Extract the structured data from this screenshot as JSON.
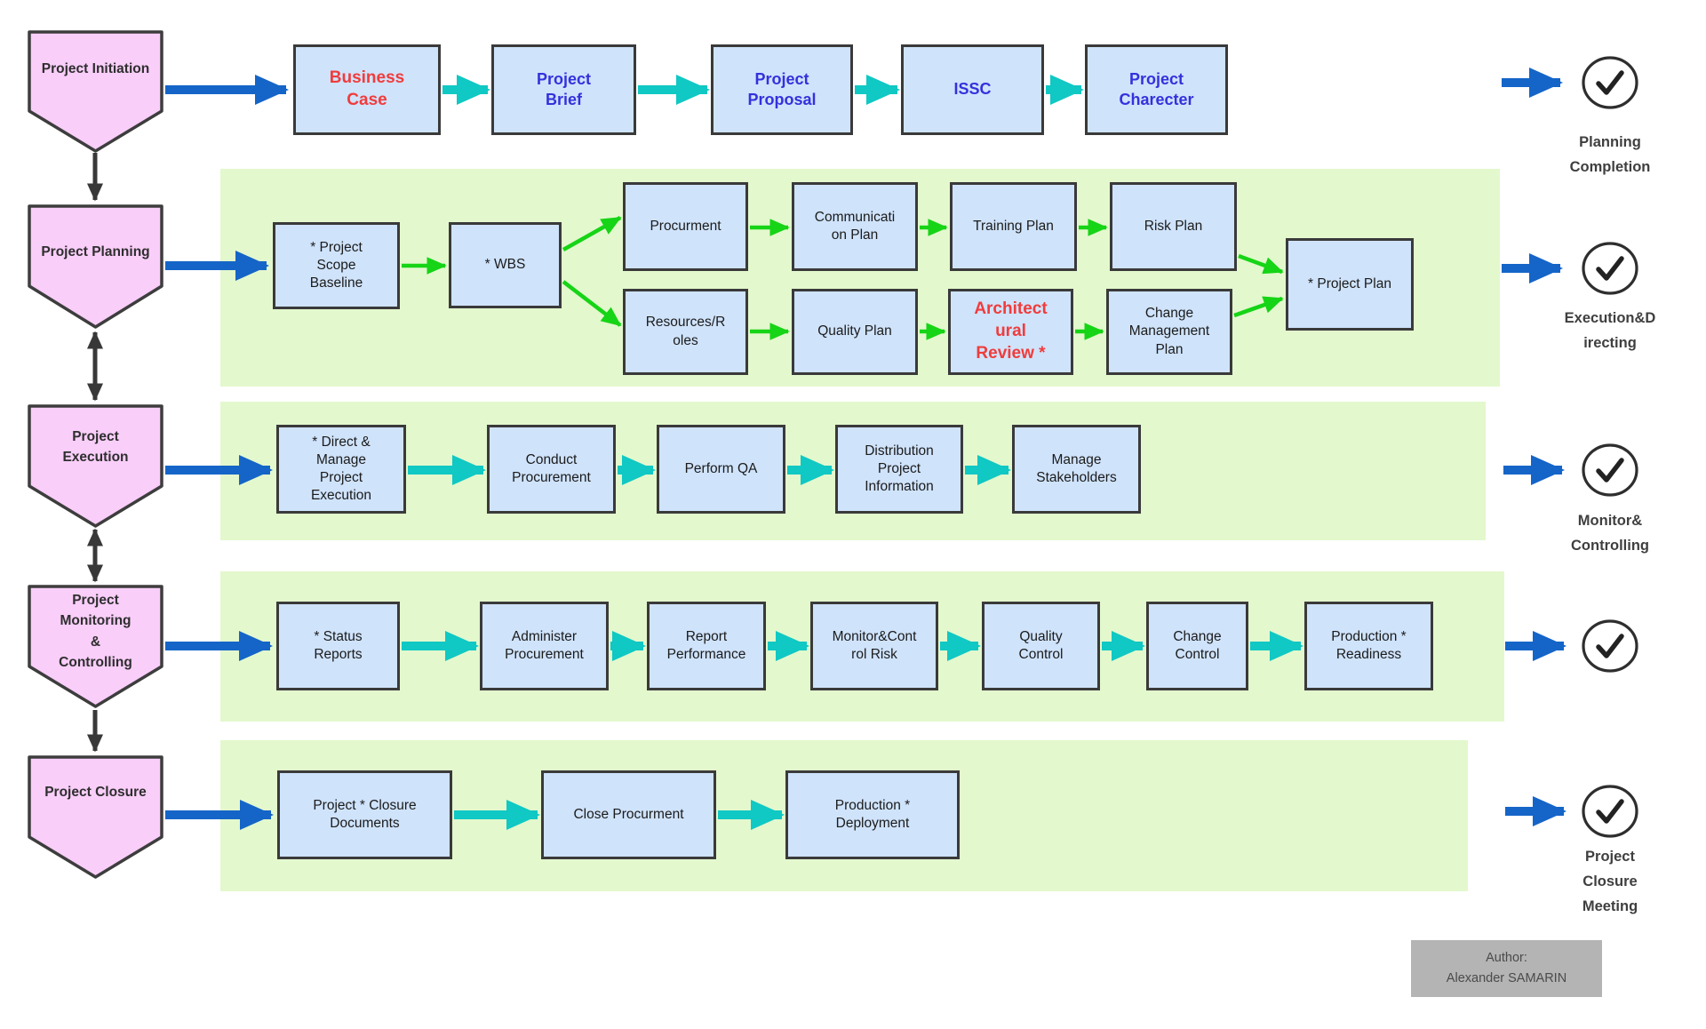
{
  "pentagons": [
    {
      "label": "Project Initiation"
    },
    {
      "label": "Project Planning"
    },
    {
      "label": "Project\nExecution"
    },
    {
      "label": "Project\nMonitoring\n&\nControlling"
    },
    {
      "label": "Project Closure"
    }
  ],
  "initiation_row": {
    "boxes": [
      {
        "label": "Business\nCase"
      },
      {
        "label": "Project\nBrief"
      },
      {
        "label": "Project\nProposal"
      },
      {
        "label": "ISSC"
      },
      {
        "label": "Project\nCharecter"
      }
    ]
  },
  "planning_row": {
    "boxes": [
      {
        "label": "* Project\nScope\nBaseline"
      },
      {
        "label": "* WBS"
      },
      {
        "label": "Procurment"
      },
      {
        "label": "Communicati\non Plan"
      },
      {
        "label": "Training Plan"
      },
      {
        "label": "Risk Plan"
      },
      {
        "label": "Resources/R\noles"
      },
      {
        "label": "Quality Plan"
      },
      {
        "label": "Architect\nural\nReview *"
      },
      {
        "label": "Change\nManagement\nPlan"
      },
      {
        "label": "* Project Plan"
      }
    ]
  },
  "execution_row": {
    "boxes": [
      {
        "label": "* Direct &\nManage\nProject\nExecution"
      },
      {
        "label": "Conduct\nProcurement"
      },
      {
        "label": "Perform QA"
      },
      {
        "label": "Distribution\nProject\nInformation"
      },
      {
        "label": "Manage\nStakeholders"
      }
    ]
  },
  "monitoring_row": {
    "boxes": [
      {
        "label": "* Status\nReports"
      },
      {
        "label": "Administer\nProcurement"
      },
      {
        "label": "Report\nPerformance"
      },
      {
        "label": "Monitor&Cont\nrol Risk"
      },
      {
        "label": "Quality\nControl"
      },
      {
        "label": "Change\nControl"
      },
      {
        "label": "Production *\nReadiness"
      }
    ]
  },
  "closure_row": {
    "boxes": [
      {
        "label": "Project * Closure\nDocuments"
      },
      {
        "label": "Close Procurment"
      },
      {
        "label": "Production *\nDeployment"
      }
    ]
  },
  "milestones": [
    {
      "label": "Planning\nCompletion"
    },
    {
      "label": "Execution&D\nirecting"
    },
    {
      "label": "Monitor&\nControlling"
    },
    {
      "label": ""
    },
    {
      "label": "Project\nClosure\nMeeting"
    }
  ],
  "author": {
    "text": "Author:\nAlexander SAMARIN"
  },
  "colors": {
    "pentagon_pink": "#f9cef9",
    "box_blue": "#cfe3fb",
    "panel_green": "#e3f8cd",
    "arrow_blue": "#1565c8",
    "arrow_teal": "#10c8c4",
    "arrow_green": "#16d416",
    "arrow_dark": "#383838",
    "red_text": "#f03c3c",
    "blue_text": "#3431dd",
    "author_gray": "#b4b4b4"
  }
}
